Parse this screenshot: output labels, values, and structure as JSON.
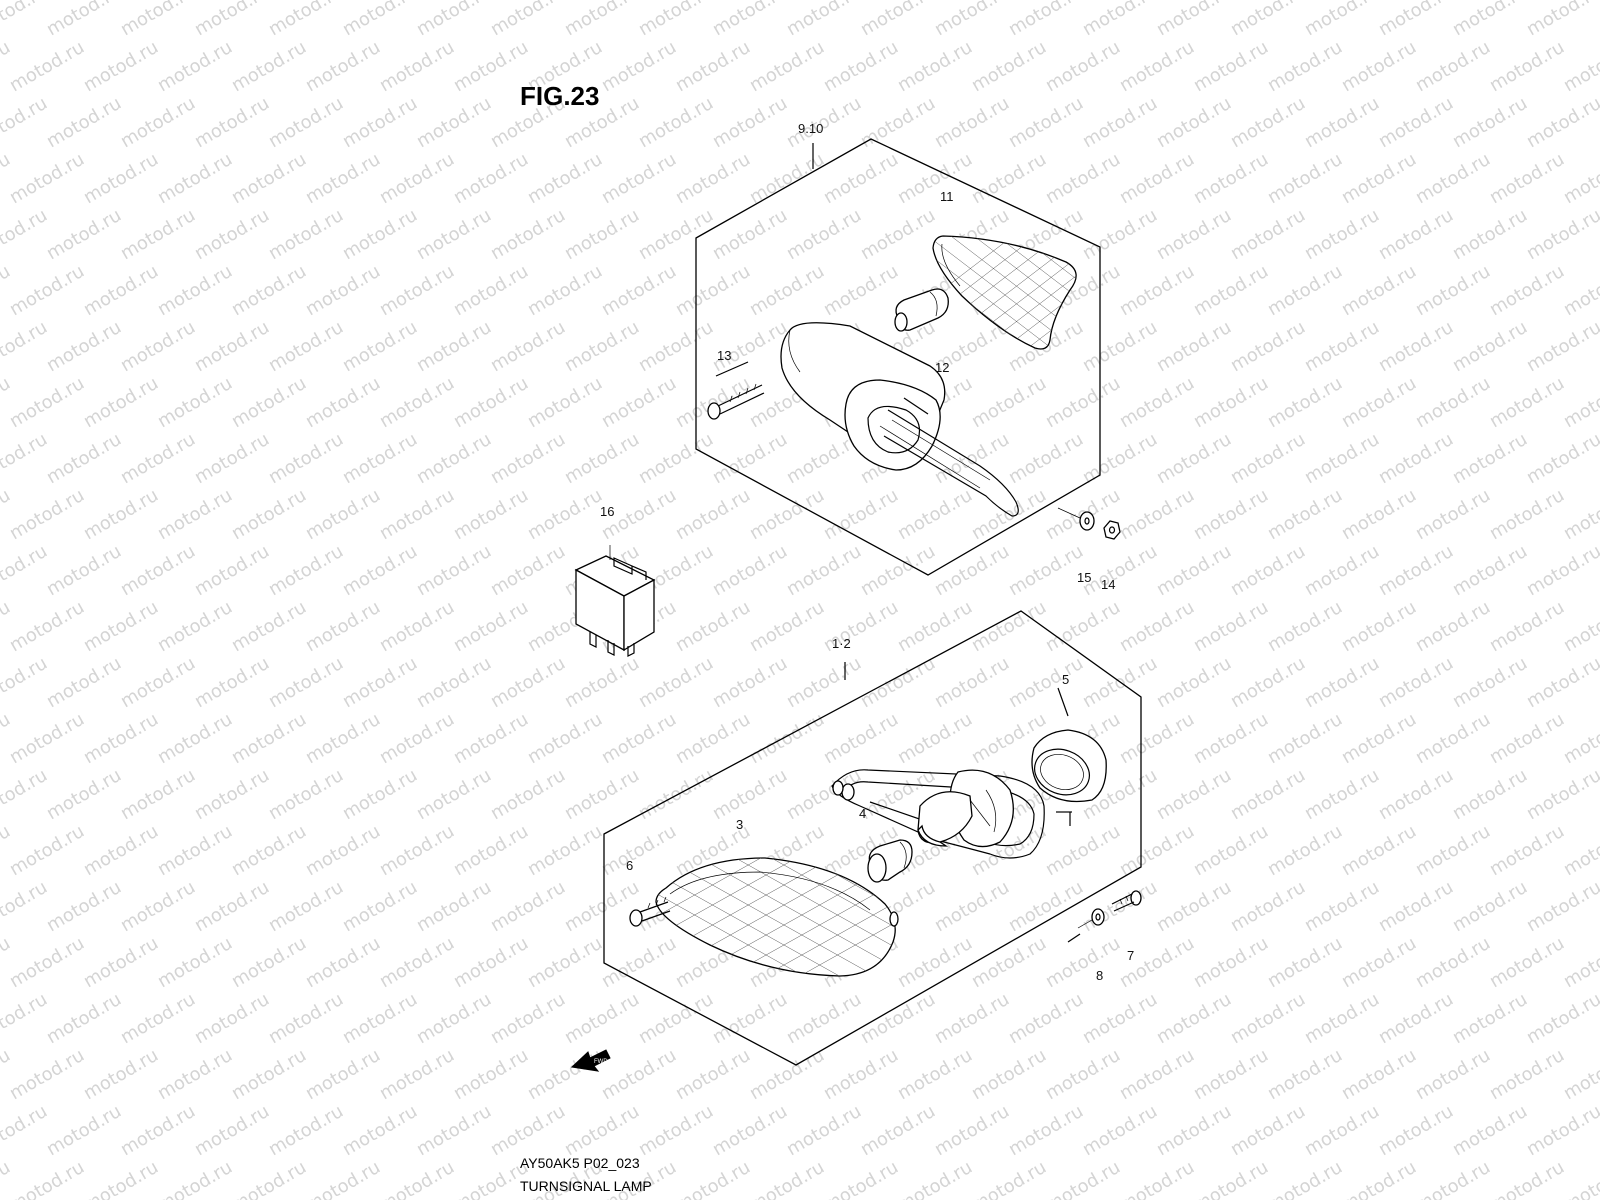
{
  "figure": {
    "title": "FIG.23"
  },
  "watermark": {
    "text": "motod.ru"
  },
  "callouts": {
    "p9_10": "9.10",
    "p11": "11",
    "p12": "12",
    "p13": "13",
    "p14": "14",
    "p15": "15",
    "p16": "16",
    "p1_2": "1·2",
    "p3": "3",
    "p4": "4",
    "p5": "5",
    "p6": "6",
    "p7": "7",
    "p8": "8"
  },
  "footer": {
    "code": "AY50AK5 P02_023",
    "name": "TURNSIGNAL LAMP"
  },
  "fwd_arrow": {
    "label": "FWD"
  }
}
